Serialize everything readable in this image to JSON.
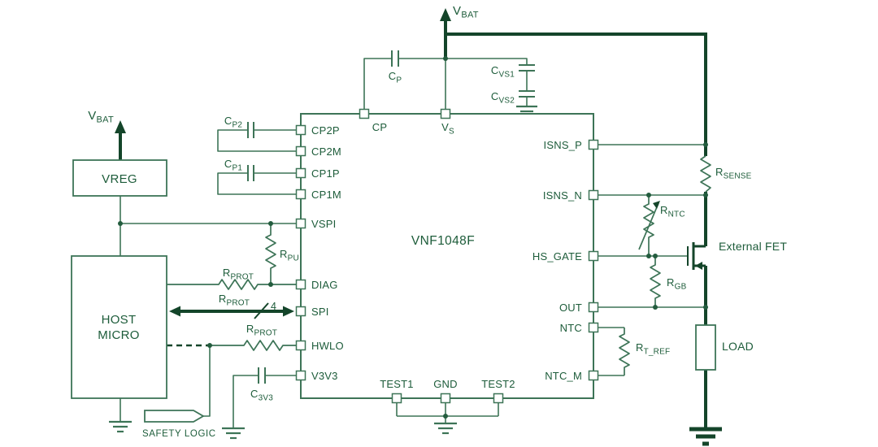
{
  "ic": {
    "name": "VNF1048F",
    "pins_left": [
      "CP2P",
      "CP2M",
      "CP1P",
      "CP1M",
      "VSPI",
      "DIAG",
      "SPI",
      "HWLO",
      "V3V3"
    ],
    "pins_right": [
      "ISNS_P",
      "ISNS_N",
      "HS_GATE",
      "OUT",
      "NTC",
      "NTC_M"
    ],
    "pins_bottom": [
      "TEST1",
      "GND",
      "TEST2"
    ],
    "pin_cp": "CP",
    "pin_vs": {
      "main": "V",
      "sub": "S"
    }
  },
  "blocks": {
    "vreg": "VREG",
    "host_line1": "HOST",
    "host_line2": "MICRO",
    "load": "LOAD",
    "safety_logic": "SAFETY LOGIC",
    "external_fet": "External FET"
  },
  "labels": {
    "vbat_top": {
      "main": "V",
      "sub": "BAT"
    },
    "vbat_left": {
      "main": "V",
      "sub": "BAT"
    },
    "cap_cp": {
      "main": "C",
      "sub": "P"
    },
    "cap_cvs1": {
      "main": "C",
      "sub": "VS1"
    },
    "cap_cvs2": {
      "main": "C",
      "sub": "VS2"
    },
    "cap_cp2": {
      "main": "C",
      "sub": "P2"
    },
    "cap_cp1": {
      "main": "C",
      "sub": "P1"
    },
    "cap_c3v3": {
      "main": "C",
      "sub": "3V3"
    },
    "res_rpu": {
      "main": "R",
      "sub": "PU"
    },
    "res_rprot_diag": {
      "main": "R",
      "sub": "PROT"
    },
    "res_rprot_spi": {
      "main": "R",
      "sub": "PROT"
    },
    "res_rprot_hwlo": {
      "main": "R",
      "sub": "PROT"
    },
    "res_rsense": {
      "main": "R",
      "sub": "SENSE"
    },
    "res_rntc": {
      "main": "R",
      "sub": "NTC"
    },
    "res_rgb": {
      "main": "R",
      "sub": "GB"
    },
    "res_rt_ref": {
      "main": "R",
      "sub": "T_REF"
    },
    "bus_width": "4"
  },
  "colors": {
    "wire": "#3d7457",
    "text": "#1d5c3a",
    "power": "#14452a",
    "background": "#ffffff"
  }
}
